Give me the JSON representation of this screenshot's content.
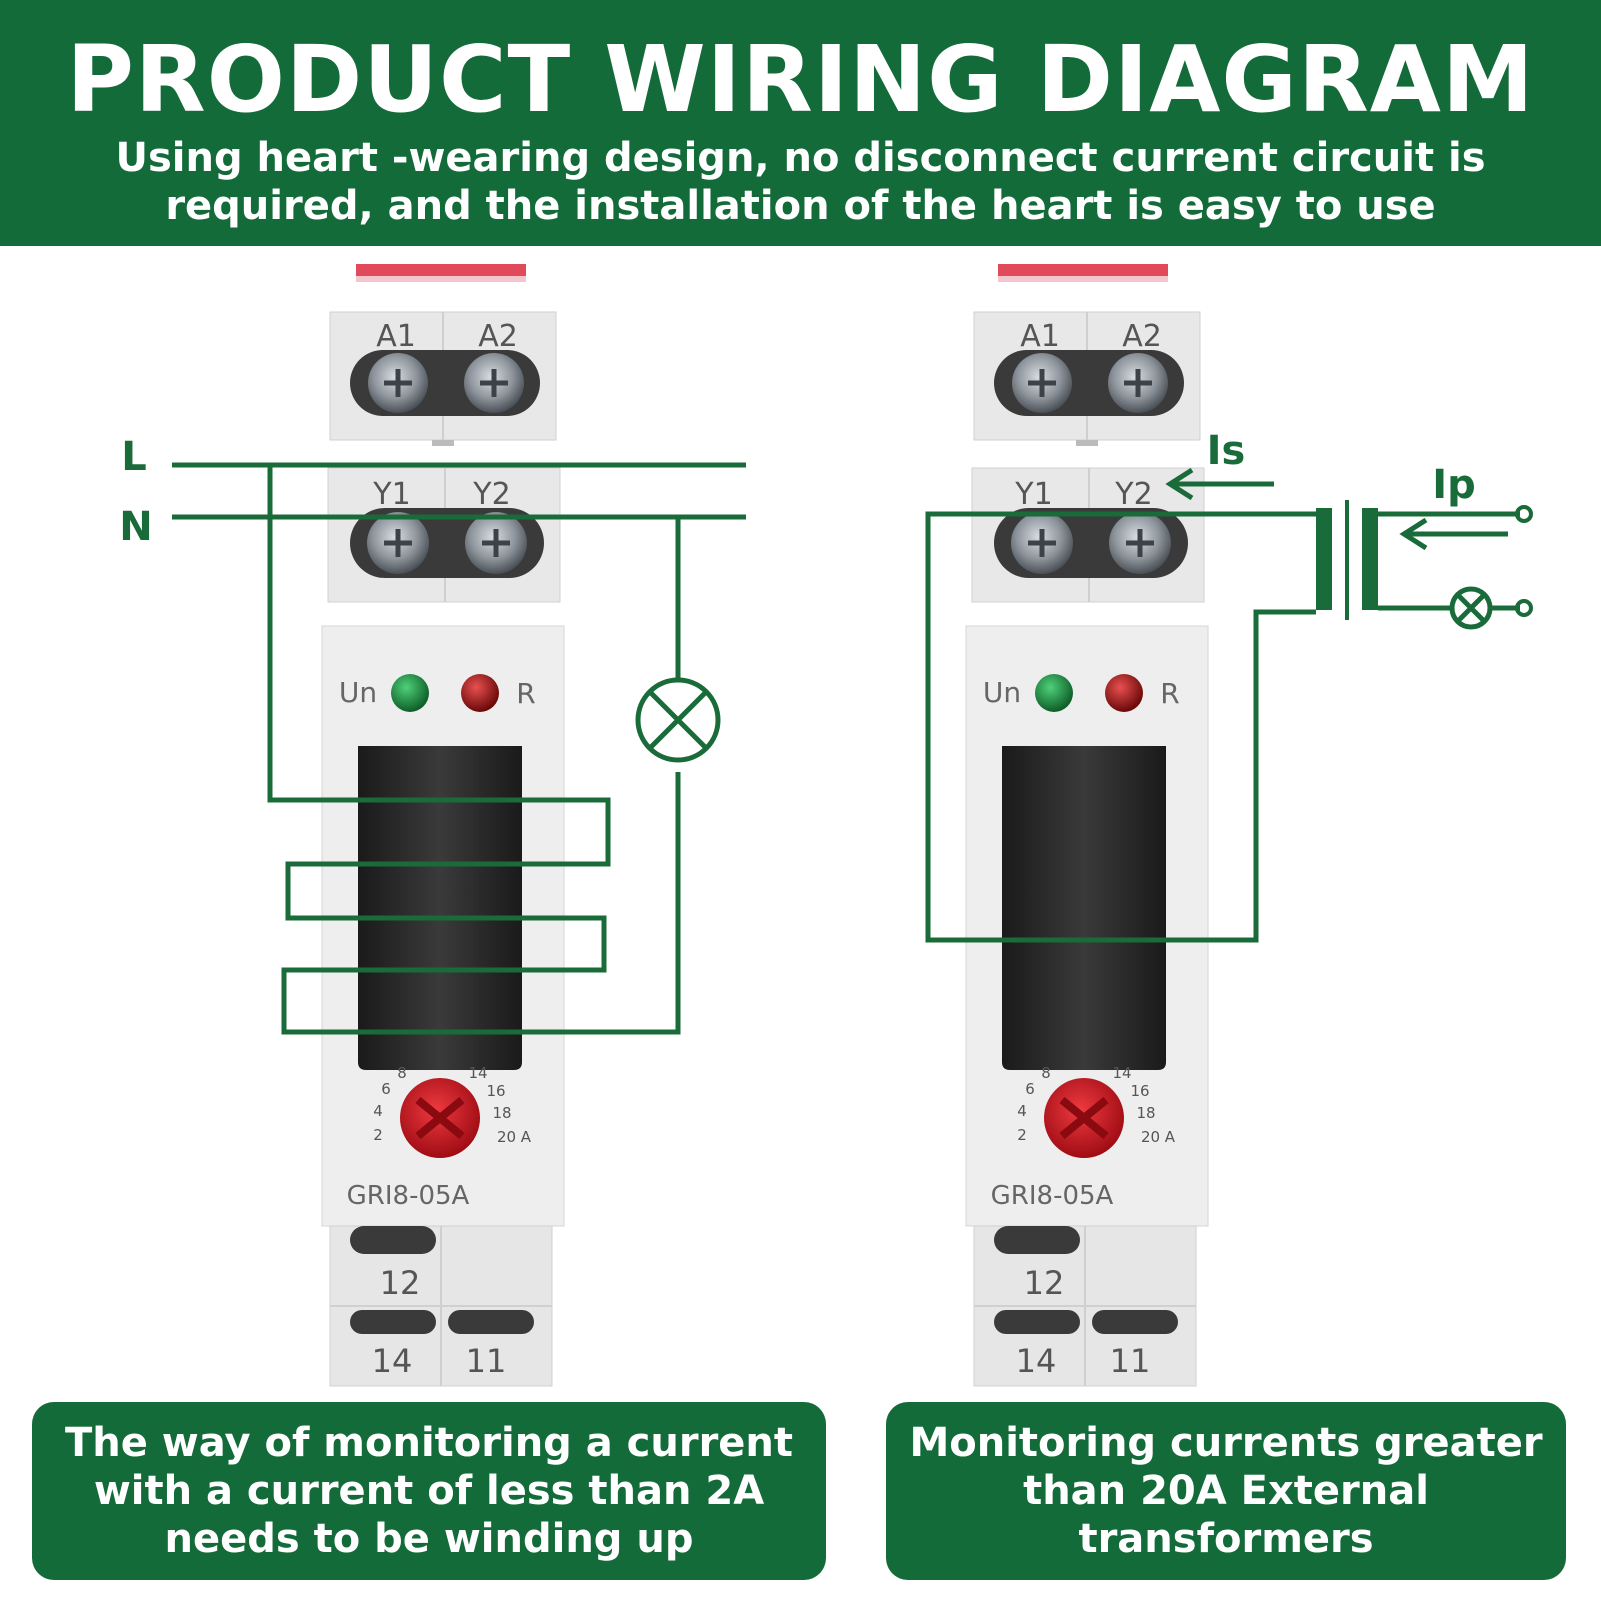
{
  "header": {
    "title": "PRODUCT WIRING DIAGRAM",
    "subtitle_line1": "Using heart -wearing design, no disconnect current circuit is",
    "subtitle_line2": "required, and the installation of the heart is easy to use"
  },
  "left_diagram": {
    "line_label": "L",
    "neutral_label": "N",
    "terminals_top": [
      "A1",
      "A2"
    ],
    "terminals_mid": [
      "Y1",
      "Y2"
    ],
    "led_labels": [
      "Un",
      "R"
    ],
    "dial_ticks": [
      "2",
      "4",
      "6",
      "8",
      "14",
      "16",
      "18",
      "20 A"
    ],
    "model": "GRI8-05A",
    "terminals_bottom": [
      "12",
      "14",
      "11"
    ],
    "caption": "The way of monitoring a current with a current of less than 2A needs to be winding up"
  },
  "right_diagram": {
    "secondary_label": "Is",
    "primary_label": "Ip",
    "terminals_top": [
      "A1",
      "A2"
    ],
    "terminals_mid": [
      "Y1",
      "Y2"
    ],
    "led_labels": [
      "Un",
      "R"
    ],
    "dial_ticks": [
      "2",
      "4",
      "6",
      "8",
      "14",
      "16",
      "18",
      "20 A"
    ],
    "model": "GRI8-05A",
    "terminals_bottom": [
      "12",
      "14",
      "11"
    ],
    "caption": "Monitoring currents greater than 20A External transformers"
  },
  "colors": {
    "brand_green": "#146b3a",
    "wire_green": "#1a6b3a",
    "device_body": "#ececec",
    "ring_black": "#262626",
    "led_green": "#1c8a3c",
    "led_red": "#a81616",
    "knob_red": "#c8141e",
    "tab_red": "#e04a5a"
  }
}
